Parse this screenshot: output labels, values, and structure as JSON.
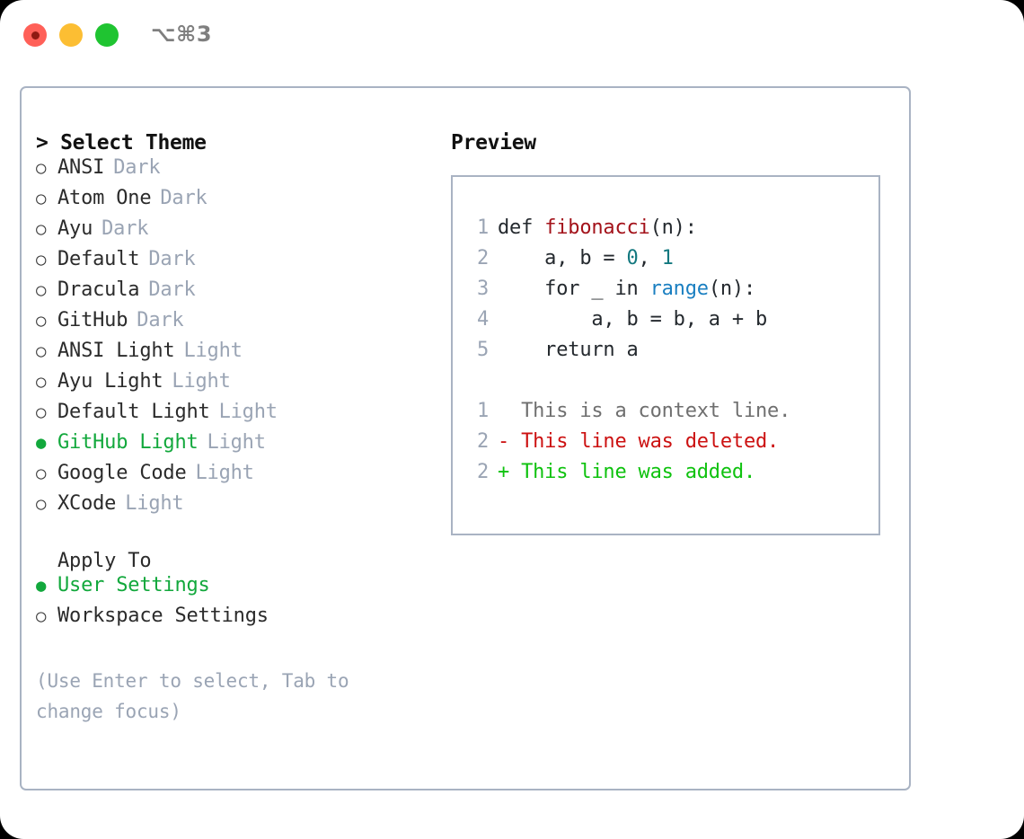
{
  "titlebar": {
    "shortcut": "⌥⌘3",
    "buttons": [
      {
        "name": "close",
        "color": "#ff6058"
      },
      {
        "name": "minimize",
        "color": "#fcbe33"
      },
      {
        "name": "maximize",
        "color": "#1fc431"
      }
    ]
  },
  "colors": {
    "accent_green": "#12a83c",
    "muted": "#9aa4b4",
    "border": "#a9b3c3",
    "code_function": "#a3121a",
    "code_number": "#13787f",
    "code_call": "#1a7fc1",
    "diff_add": "#0ec20e",
    "diff_del": "#cc1111"
  },
  "left": {
    "heading": "> Select Theme",
    "themes": [
      {
        "bullet": "○",
        "label": "ANSI",
        "category": "Dark",
        "selected": false
      },
      {
        "bullet": "○",
        "label": "Atom One",
        "category": "Dark",
        "selected": false
      },
      {
        "bullet": "○",
        "label": "Ayu",
        "category": "Dark",
        "selected": false
      },
      {
        "bullet": "○",
        "label": "Default",
        "category": "Dark",
        "selected": false
      },
      {
        "bullet": "○",
        "label": "Dracula",
        "category": "Dark",
        "selected": false
      },
      {
        "bullet": "○",
        "label": "GitHub",
        "category": "Dark",
        "selected": false
      },
      {
        "bullet": "○",
        "label": "ANSI Light",
        "category": "Light",
        "selected": false
      },
      {
        "bullet": "○",
        "label": "Ayu Light",
        "category": "Light",
        "selected": false
      },
      {
        "bullet": "○",
        "label": "Default Light",
        "category": "Light",
        "selected": false
      },
      {
        "bullet": "●",
        "label": "GitHub Light",
        "category": "Light",
        "selected": true
      },
      {
        "bullet": "○",
        "label": "Google Code",
        "category": "Light",
        "selected": false
      },
      {
        "bullet": "○",
        "label": "XCode",
        "category": "Light",
        "selected": false
      }
    ],
    "apply_to_heading": "Apply To",
    "apply_to": [
      {
        "bullet": "●",
        "label": "User Settings",
        "selected": true
      },
      {
        "bullet": "○",
        "label": "Workspace Settings",
        "selected": false
      }
    ],
    "hint": "(Use Enter to select, Tab to change focus)"
  },
  "right": {
    "heading": "Preview",
    "code_lines": [
      {
        "number": "1",
        "tokens": [
          {
            "text": "def ",
            "kind": "plain"
          },
          {
            "text": "fibonacci",
            "kind": "func"
          },
          {
            "text": "(n):",
            "kind": "plain"
          }
        ]
      },
      {
        "number": "2",
        "tokens": [
          {
            "text": "    a, b = ",
            "kind": "plain"
          },
          {
            "text": "0",
            "kind": "num"
          },
          {
            "text": ", ",
            "kind": "plain"
          },
          {
            "text": "1",
            "kind": "num"
          }
        ]
      },
      {
        "number": "3",
        "tokens": [
          {
            "text": "    for _ in ",
            "kind": "plain"
          },
          {
            "text": "range",
            "kind": "call"
          },
          {
            "text": "(n):",
            "kind": "plain"
          }
        ]
      },
      {
        "number": "4",
        "tokens": [
          {
            "text": "        a, b = b, a + b",
            "kind": "plain"
          }
        ]
      },
      {
        "number": "5",
        "tokens": [
          {
            "text": "    return a",
            "kind": "plain"
          }
        ]
      }
    ],
    "diff_lines": [
      {
        "number": "1",
        "marker": " ",
        "text": "  This is a context line.",
        "kind": "context"
      },
      {
        "number": "2",
        "marker": " ",
        "text": "- This line was deleted.",
        "kind": "del"
      },
      {
        "number": "2",
        "marker": " ",
        "text": "+ This line was added.",
        "kind": "add"
      }
    ]
  }
}
